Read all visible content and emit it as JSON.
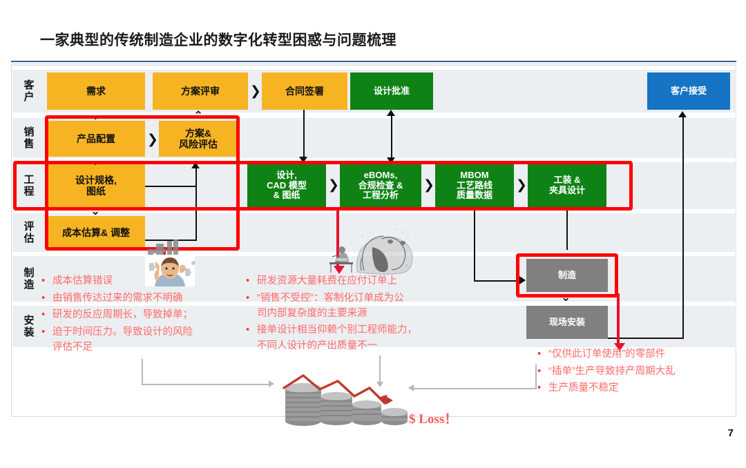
{
  "slide": {
    "title": "一家典型的传统制造企业的数字化转型困惑与问题梳理",
    "page_number": "7",
    "loss_label": "$ Loss！",
    "colors": {
      "orange": "#f7b422",
      "green": "#0f8215",
      "gray": "#808080",
      "blue": "#1574c4",
      "highlight_red": "#ff0000",
      "bullet_red": "#ff6a6a",
      "band": "#eceff1",
      "title_rule": "#2e5f93"
    }
  },
  "rows": [
    {
      "label": "客户"
    },
    {
      "label": "销售"
    },
    {
      "label": "工程"
    },
    {
      "label": "评估"
    },
    {
      "label": "制造"
    },
    {
      "label": "安装"
    }
  ],
  "boxes": {
    "customer": [
      {
        "text": "需求",
        "color": "orange"
      },
      {
        "text": "方案评审",
        "color": "orange"
      },
      {
        "text": "合同签署",
        "color": "orange"
      },
      {
        "text": "设计批准",
        "color": "green"
      },
      {
        "text": "客户接受",
        "color": "blue"
      }
    ],
    "sales": [
      {
        "text": "产品配置",
        "color": "orange"
      },
      {
        "text": "方案&\n风险评估",
        "color": "orange"
      }
    ],
    "engineering_left": [
      {
        "text": "设计规格,\n图纸",
        "color": "orange"
      }
    ],
    "engineering": [
      {
        "text": "设计,\nCAD 模型\n& 图纸",
        "color": "green"
      },
      {
        "text": "eBOMs,\n合规检查 &\n工程分析",
        "color": "green"
      },
      {
        "text": "MBOM\n工艺路线\n质量数据",
        "color": "green"
      },
      {
        "text": "工装 &\n夹具设计",
        "color": "green"
      }
    ],
    "estimation": [
      {
        "text": "成本估算& 调整",
        "color": "orange"
      }
    ],
    "manufacturing": [
      {
        "text": "制造",
        "color": "gray"
      }
    ],
    "installation": [
      {
        "text": "现场安装",
        "color": "gray"
      }
    ]
  },
  "chevrons": [
    {
      "glyph": "❯"
    }
  ],
  "bullets_left": [
    "成本估算错误",
    "由销售传达过来的需求不明确",
    "研发的反应周期长，导致掉单；",
    "迫于时间压力。导致设计的风险\n评估不足"
  ],
  "bullets_middle": [
    "研发资源大量耗费在应付订单上",
    "“销售不受控”：客制化订单成为公\n司内部复杂度的主要来源",
    "接单设计相当仰赖个别工程师能力，\n不同人设计的产出质量不一"
  ],
  "bullets_right": [
    "“仅供此订单使用”的零部件",
    "“插单”生产导致排产周期大乱",
    "生产质量不稳定"
  ],
  "clipart": [
    {
      "name": "confused-man-puzzle",
      "alt": "困惑的工程师与拼图碎片"
    },
    {
      "name": "elephant-sketch",
      "alt": "人面对大象的素描"
    },
    {
      "name": "coin-stacks-declining",
      "alt": "递减的硬币堆与下滑红箭头"
    }
  ]
}
